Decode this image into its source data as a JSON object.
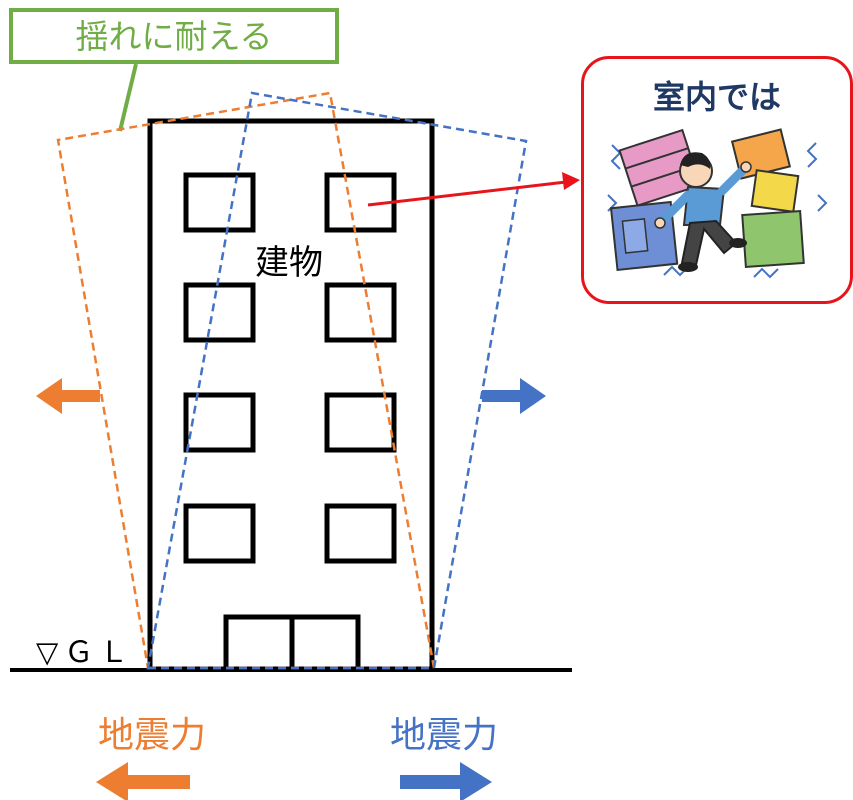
{
  "labels": {
    "withstand_shaking": "揺れに耐える",
    "building": "建物",
    "ground_level": "▽ＧＬ",
    "indoor": "室内では",
    "seismic_force_left": "地震力",
    "seismic_force_right": "地震力"
  },
  "colors": {
    "left_sway": "#ed7d31",
    "right_sway": "#4472c4",
    "callout_arrow": "#e8141c",
    "label_box": "#70ad47",
    "indoor_title": "#1f3864"
  },
  "illustration": "person-falling-among-toppling-furniture"
}
